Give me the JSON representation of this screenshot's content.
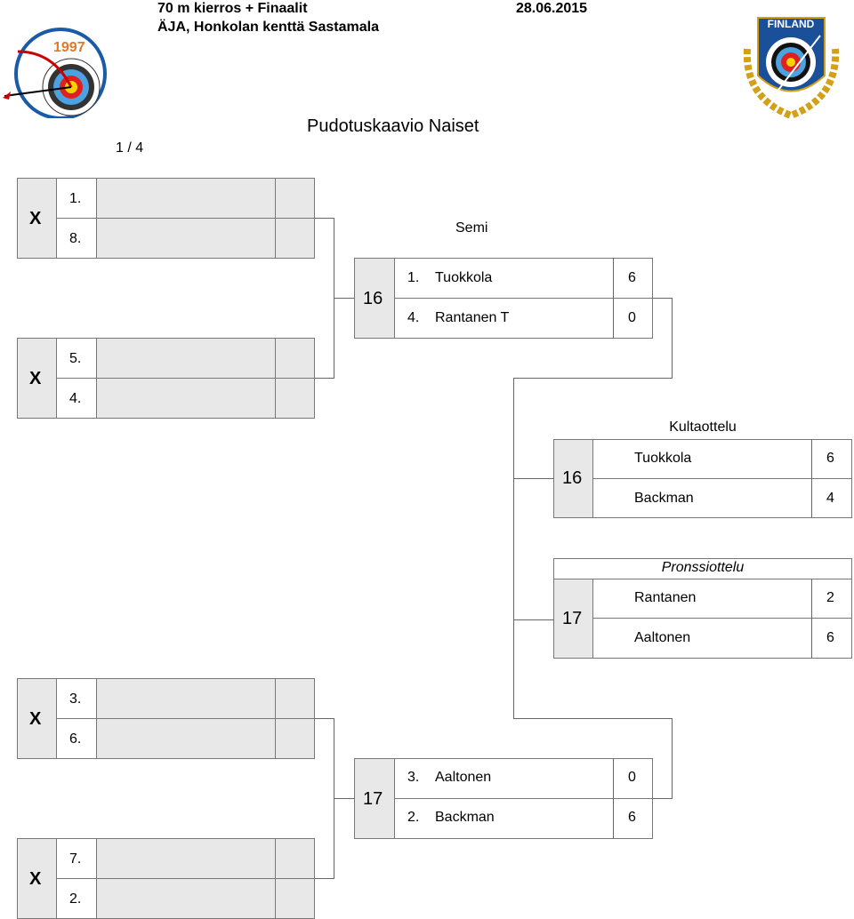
{
  "header": {
    "event": "70 m kierros + Finaalit",
    "date": "28.06.2015",
    "venue": "ÄJA, Honkolan kenttä Sastamala",
    "left_logo_year": "1997",
    "right_logo_text": "FINLAND"
  },
  "bracket": {
    "title": "Pudotuskaavio Naiset",
    "round": "1 / 4",
    "semi_label": "Semi",
    "quarter_matches": [
      {
        "marker": "X",
        "seeds": [
          "1.",
          "8."
        ]
      },
      {
        "marker": "X",
        "seeds": [
          "5.",
          "4."
        ]
      },
      {
        "marker": "X",
        "seeds": [
          "3.",
          "6."
        ]
      },
      {
        "marker": "X",
        "seeds": [
          "7.",
          "2."
        ]
      }
    ],
    "semis": [
      {
        "target": "16",
        "rows": [
          {
            "seed": "1.",
            "name": "Tuokkola",
            "score": "6"
          },
          {
            "seed": "4.",
            "name": "Rantanen T",
            "score": "0"
          }
        ]
      },
      {
        "target": "17",
        "rows": [
          {
            "seed": "3.",
            "name": "Aaltonen",
            "score": "0"
          },
          {
            "seed": "2.",
            "name": "Backman",
            "score": "6"
          }
        ]
      }
    ],
    "gold": {
      "label": "Kultaottelu",
      "target": "16",
      "rows": [
        {
          "name": "Tuokkola",
          "score": "6"
        },
        {
          "name": "Backman",
          "score": "4"
        }
      ]
    },
    "bronze": {
      "label": "Pronssiottelu",
      "target": "17",
      "rows": [
        {
          "name": "Rantanen",
          "score": "2"
        },
        {
          "name": "Aaltonen",
          "score": "6"
        }
      ]
    }
  }
}
